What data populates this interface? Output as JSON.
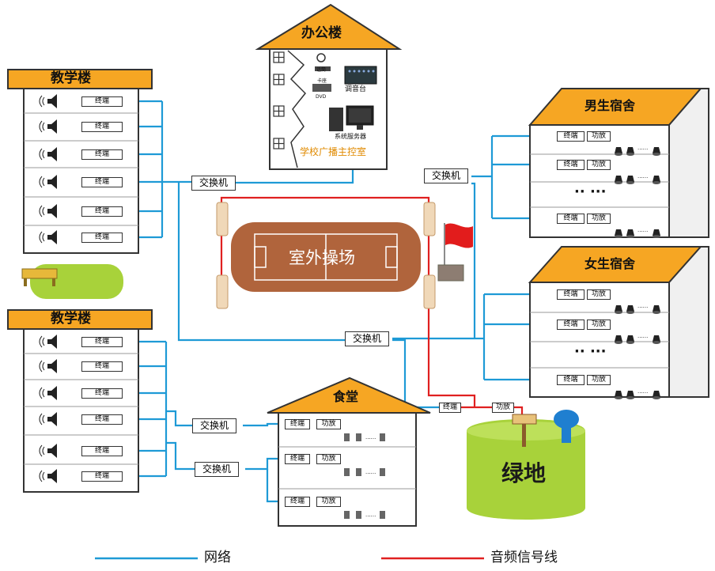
{
  "colors": {
    "network": "#1e9ad6",
    "audio": "#e02020",
    "roof": "#f6a623",
    "track": "#b0643c",
    "grass": "#a8d23a",
    "wall": "#555555"
  },
  "office": {
    "title": "办公楼",
    "mic": "话筒",
    "tuner": "卡座",
    "dvd": "DVD",
    "mixer": "调音台",
    "server": "系统服务器",
    "room": "学校广播主控室"
  },
  "teaching_top": {
    "title": "教学楼",
    "rows": [
      "终端",
      "终端",
      "终端",
      "终端",
      "终端",
      "终端"
    ]
  },
  "teaching_bottom": {
    "title": "教学楼",
    "rows": [
      "终端",
      "终端",
      "终端",
      "终端",
      "终端",
      "终端"
    ]
  },
  "male_dorm": {
    "title": "男生宿舍",
    "terminal": "终端",
    "amp": "功放",
    "ellipsis": "·· ···"
  },
  "female_dorm": {
    "title": "女生宿舍",
    "terminal": "终端",
    "amp": "功放",
    "ellipsis": "·· ···"
  },
  "canteen": {
    "title": "食堂",
    "terminal": "终端",
    "amp": "功放",
    "dots": "......"
  },
  "switches": {
    "label": "交换机"
  },
  "playground": {
    "label": "室外操场"
  },
  "green": {
    "label": "绿地",
    "terminal": "终端",
    "amp": "功放"
  },
  "legend": {
    "network": "网络",
    "audio": "音频信号线"
  }
}
